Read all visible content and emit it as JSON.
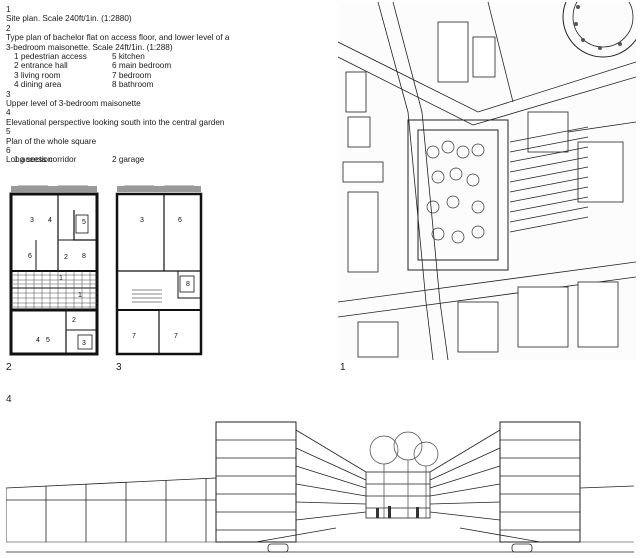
{
  "captions": [
    {
      "number": "1",
      "text": "Site plan. Scale 240ft/1in. (1:2880)"
    },
    {
      "number": "2",
      "text": "Type plan of bachelor flat on access floor, and lower level of a",
      "text2": "3-bedroom maisonette. Scale 24ft/1in. (1:288)"
    },
    {
      "number": "3",
      "text": "Upper level of 3-bedroom maisonette"
    },
    {
      "number": "4",
      "text": "Elevational perspective looking south into the central garden"
    },
    {
      "number": "5",
      "text": "Plan of the whole square"
    },
    {
      "number": "6",
      "text": "Long section"
    }
  ],
  "room_legend_left": [
    "1 pedestrian access",
    "2 entrance hall",
    "3 living room",
    "4 dining area"
  ],
  "room_legend_right": [
    "5 kitchen",
    "6 main bedroom",
    "7 bedroom",
    "8 bathroom"
  ],
  "section_legend": [
    "1 access corridor",
    "2 garage"
  ],
  "figure_labels": {
    "plan_lower": "2",
    "plan_upper": "3",
    "site_plan": "1",
    "perspective": "4"
  },
  "plan_lower_rooms": [
    "3",
    "4",
    "5",
    "6",
    "2",
    "8",
    "1",
    "1",
    "2",
    "4",
    "5",
    "3"
  ],
  "plan_upper_rooms": [
    "3",
    "6",
    "8",
    "7",
    "7"
  ]
}
